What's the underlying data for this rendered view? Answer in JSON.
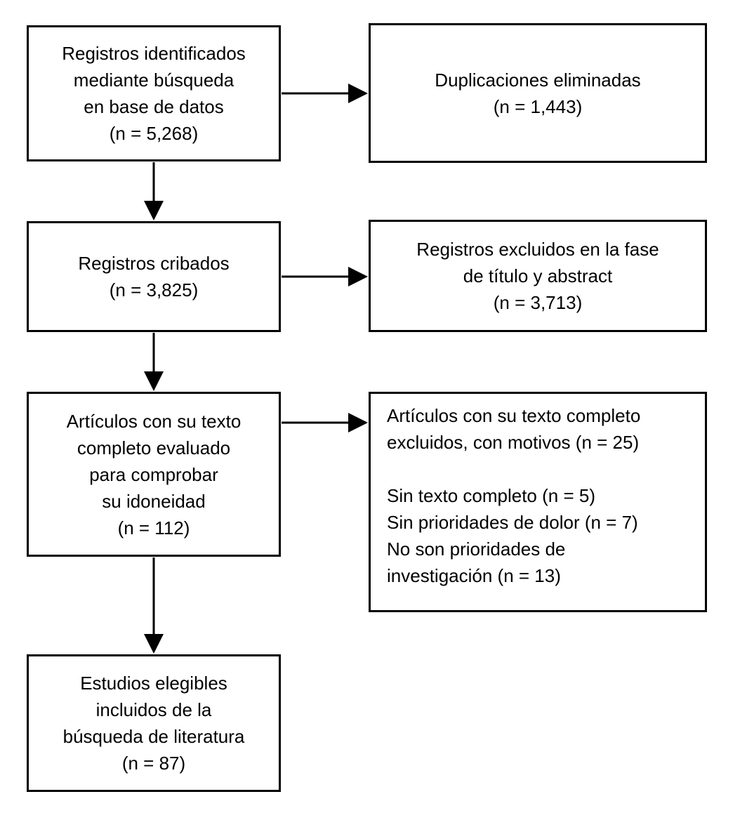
{
  "diagram": {
    "type": "flowchart",
    "language": "es",
    "colors": {
      "background": "#ffffff",
      "box_border": "#000000",
      "text": "#000000",
      "arrow": "#000000"
    },
    "boxes": [
      {
        "name": "records-identified",
        "align": "center",
        "lines": [
          "Registros identificados",
          "mediante búsqueda",
          "en base de datos",
          "(n = 5,268)"
        ],
        "n": 5268
      },
      {
        "name": "duplicates-removed",
        "align": "center",
        "lines": [
          "Duplicaciones eliminadas",
          "(n = 1,443)"
        ],
        "n": 1443
      },
      {
        "name": "records-screened",
        "align": "center",
        "lines": [
          "Registros cribados",
          "(n = 3,825)"
        ],
        "n": 3825
      },
      {
        "name": "records-excluded-title-abstract",
        "align": "center",
        "lines": [
          "Registros excluidos en la fase",
          "de título y abstract",
          "(n = 3,713)"
        ],
        "n": 3713
      },
      {
        "name": "fulltext-assessed",
        "align": "center",
        "lines": [
          "Artículos con su texto",
          "completo evaluado",
          "para comprobar",
          "su idoneidad",
          "(n = 112)"
        ],
        "n": 112
      },
      {
        "name": "fulltext-excluded",
        "align": "left",
        "lines": [
          "Artículos con su texto completo",
          "excluidos, con motivos (n = 25)",
          "",
          "Sin texto completo (n = 5)",
          "Sin prioridades de dolor (n = 7)",
          "No son prioridades de",
          "investigación (n = 13)"
        ],
        "n": 25
      },
      {
        "name": "studies-included",
        "align": "center",
        "lines": [
          "Estudios elegibles",
          "incluidos de la",
          "búsqueda de literatura",
          "(n = 87)"
        ],
        "n": 87
      }
    ],
    "connections": [
      {
        "from": "records-identified",
        "to": "duplicates-removed",
        "direction": "right"
      },
      {
        "from": "records-identified",
        "to": "records-screened",
        "direction": "down"
      },
      {
        "from": "records-screened",
        "to": "records-excluded-title-abstract",
        "direction": "right"
      },
      {
        "from": "records-screened",
        "to": "fulltext-assessed",
        "direction": "down"
      },
      {
        "from": "fulltext-assessed",
        "to": "fulltext-excluded",
        "direction": "right"
      },
      {
        "from": "fulltext-assessed",
        "to": "studies-included",
        "direction": "down"
      }
    ]
  }
}
